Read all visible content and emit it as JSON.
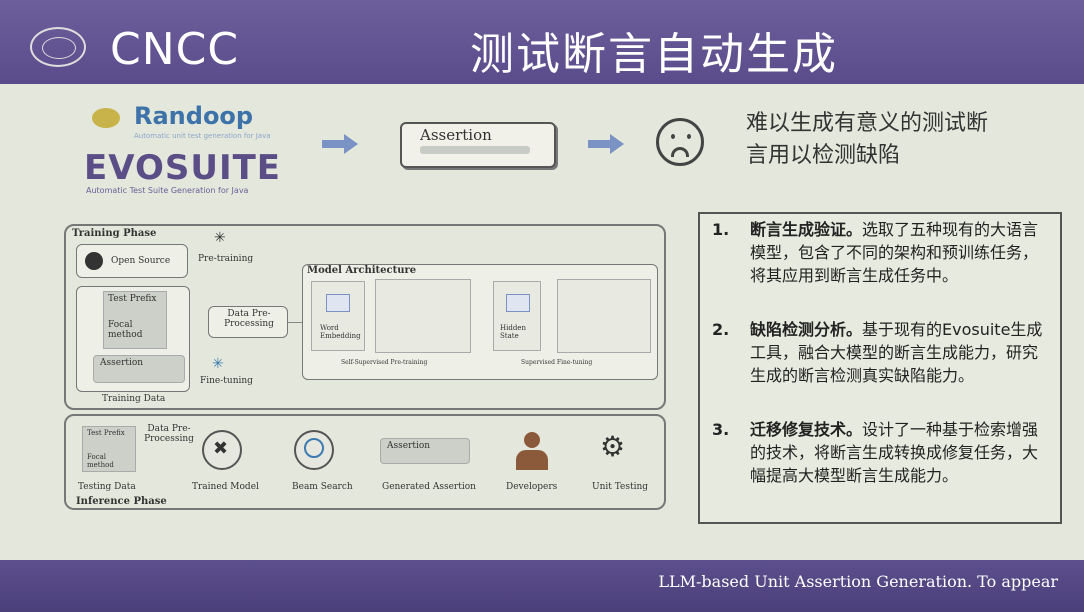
{
  "header": {
    "logo_text": "CNCC",
    "title": "测试断言自动生成"
  },
  "tools": {
    "randoop_name": "Randoop",
    "randoop_tagline": "Automatic unit test generation for Java",
    "evosuite_name": "EVOSUITE",
    "evosuite_tagline": "Automatic Test Suite Generation for Java"
  },
  "top_row": {
    "assertion_label": "Assertion",
    "headline": "难以生成有意义的测试断言用以检测缺陷"
  },
  "diagram": {
    "training_phase": "Training Phase",
    "open_source": "Open Source",
    "pre_training": "Pre-training",
    "test_prefix": "Test Prefix",
    "focal_method": "Focal method",
    "assertion": "Assertion",
    "training_data": "Training Data",
    "data_preprocessing": "Data Pre-Processing",
    "fine_tuning": "Fine-tuning",
    "model_architecture": "Model Architecture",
    "word_embedding": "Word Embedding",
    "hidden_state": "Hidden State",
    "self_supervised": "Self-Supervised Pre-training",
    "supervised_finetuning": "Supervised Fine-tuning",
    "inference_phase": "Inference Phase",
    "testing_data": "Testing Data",
    "trained_model": "Trained Model",
    "beam_search": "Beam Search",
    "generated_assertion": "Generated Assertion",
    "developers": "Developers",
    "unit_testing": "Unit Testing"
  },
  "findings": [
    {
      "num": "1.",
      "bold": "断言生成验证。",
      "text": "选取了五种现有的大语言模型，包含了不同的架构和预训练任务，将其应用到断言生成任务中。"
    },
    {
      "num": "2.",
      "bold": "缺陷检测分析。",
      "text": "基于现有的Evosuite生成工具，融合大模型的断言生成能力，研究生成的断言检测真实缺陷能力。"
    },
    {
      "num": "3.",
      "bold": "迁移修复技术。",
      "text": "设计了一种基于检索增强的技术，将断言生成转换成修复任务，大幅提高大模型断言生成能力。"
    }
  ],
  "footer": "LLM-based Unit Assertion Generation. To appear",
  "colors": {
    "header": "#6d5f9c",
    "slide": "#e4e8dc",
    "arrow": "#7a92c4"
  }
}
